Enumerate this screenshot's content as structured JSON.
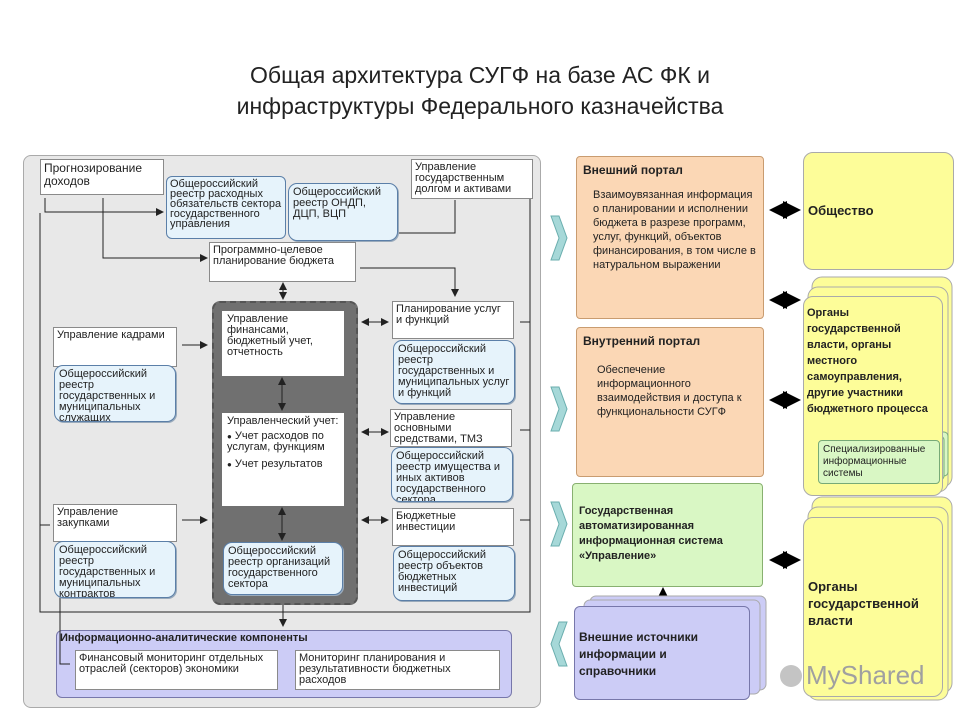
{
  "title": {
    "line1": "Общая архитектура СУГФ на базе АС ФК и",
    "line2": "инфраструктуры Федерального казначейства"
  },
  "left": {
    "forecast": "Прогнозирование доходов",
    "reg_expense": "Общероссийский реестр расходных обязательств сектора государственного управления",
    "reg_ondp": "Общероссийский реестр ОНДП, ДЦП, ВЦП",
    "debt": "Управление государственным долгом и активами",
    "program": "Программно-целевое планирование бюджета",
    "finance": "Управление финансами, бюджетный учет, отчетность",
    "mgmt_title": "Управленческий учет:",
    "mgmt_item1": "Учет расходов по услугам, функциям",
    "mgmt_item2": "Учет результатов",
    "reg_orgs": "Общероссийский реестр организаций государственного сектора",
    "planning": "Планирование услуг и функций",
    "reg_munic": "Общероссийский реестр государственных и муниципальных услуг и функций",
    "assets": "Управление основными средствами, ТМЗ",
    "reg_property": "Общероссийский реестр имущества и иных активов государственного сектора",
    "budget_inv": "Бюджетные инвестиции",
    "reg_invest": "Общероссийский реестр объектов бюджетных инвестиций",
    "hr": "Управление кадрами",
    "reg_staff": "Общероссийский реестр государственных и муниципальных служащих",
    "procurement": "Управление закупками",
    "reg_contracts": "Общероссийский реестр государственных и муниципальных контрактов",
    "analytics_title": "Информационно-аналитические компоненты",
    "fin_monitor": "Финансовый мониторинг отдельных отраслей (секторов) экономики",
    "plan_monitor": "Мониторинг планирования и результативности бюджетных расходов"
  },
  "middle": {
    "ext_portal_title": "Внешний портал",
    "ext_portal_text": "Взаимоувязанная информация о планировании и исполнении бюджета в разрезе программ, услуг, функций, объектов финансирования, в том числе в натуральном выражении",
    "int_portal_title": "Внутренний портал",
    "int_portal_text": "Обеспечение информационного взаимодействия и доступа к функциональности СУГФ",
    "gas_text": "Государственная автоматизированная информационная система «Управление»",
    "ext_sources": "Внешние источники информации и справочники"
  },
  "right": {
    "society": "Общество",
    "organs": "Органы государственной власти, органы местного самоуправления, другие участники бюджетного процесса",
    "spec_systems": "Специализированные информационные системы",
    "gov_organs": "Органы государственной власти"
  },
  "watermark": "MyShared",
  "colors": {
    "panel_gray": "#e8e8e8",
    "dark_gray": "#707070",
    "orange": "#fbd7b5",
    "green": "#d9f7c4",
    "lavender": "#ccccf6",
    "yellow": "#fdfd99",
    "light_blue": "#e6f3fb",
    "teal": "#a6d8d8"
  }
}
